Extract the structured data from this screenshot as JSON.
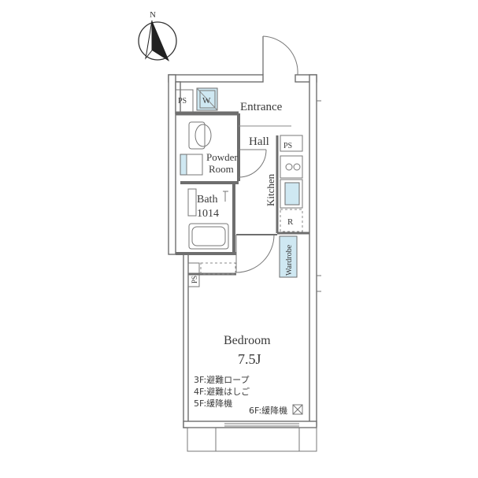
{
  "compass": {
    "north_label": "N"
  },
  "rooms": {
    "entrance": "Entrance",
    "hall": "Hall",
    "kitchen": "Kitchen",
    "powder_room_line1": "Powder",
    "powder_room_line2": "Room",
    "bath_line1": "Bath",
    "bath_line2": "1014",
    "bedroom": "Bedroom",
    "bedroom_size": "7.5J",
    "wardrobe": "Wardrobe"
  },
  "fixtures": {
    "ps_top_left": "PS",
    "ps_kitchen": "PS",
    "ps_bedroom": "PS",
    "washer": "W",
    "refrigerator": "R"
  },
  "notes": {
    "line1": "3F:避難ロープ",
    "line2": "4F:避難はしご",
    "line3": "5F:緩降機",
    "line4": "6F:緩降機"
  }
}
